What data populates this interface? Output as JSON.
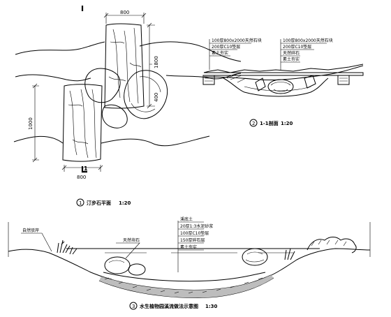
{
  "plan": {
    "dim_top": "800",
    "dim_bottom": "800",
    "dim_left": "1000",
    "dim_right_upper": "1800",
    "dim_right_lower": "400",
    "section_mark": "1",
    "caption_num": "1",
    "caption": "汀步石平面",
    "caption_scale": "1:20"
  },
  "section1": {
    "left_notes": [
      "100厚800x2000天然石块",
      "200厚C10垫层",
      "素土夯实"
    ],
    "right_notes": [
      "100厚800x2000天然石块",
      "200厚C10垫层",
      "天然碎石",
      "素土夯实"
    ],
    "caption_num": "2",
    "caption": "1-1剖面",
    "caption_scale": "1:20"
  },
  "section3": {
    "left_note": "自然驳岸",
    "center_note": "天然块石",
    "stack_notes": [
      "溪底土",
      "20厚1:3水泥砂浆",
      "100厚C10垫层",
      "150厚碎石层",
      "素土夯实"
    ],
    "caption_num": "3",
    "caption": "水生植物园溪流做法示意图",
    "caption_scale": "1:30"
  }
}
